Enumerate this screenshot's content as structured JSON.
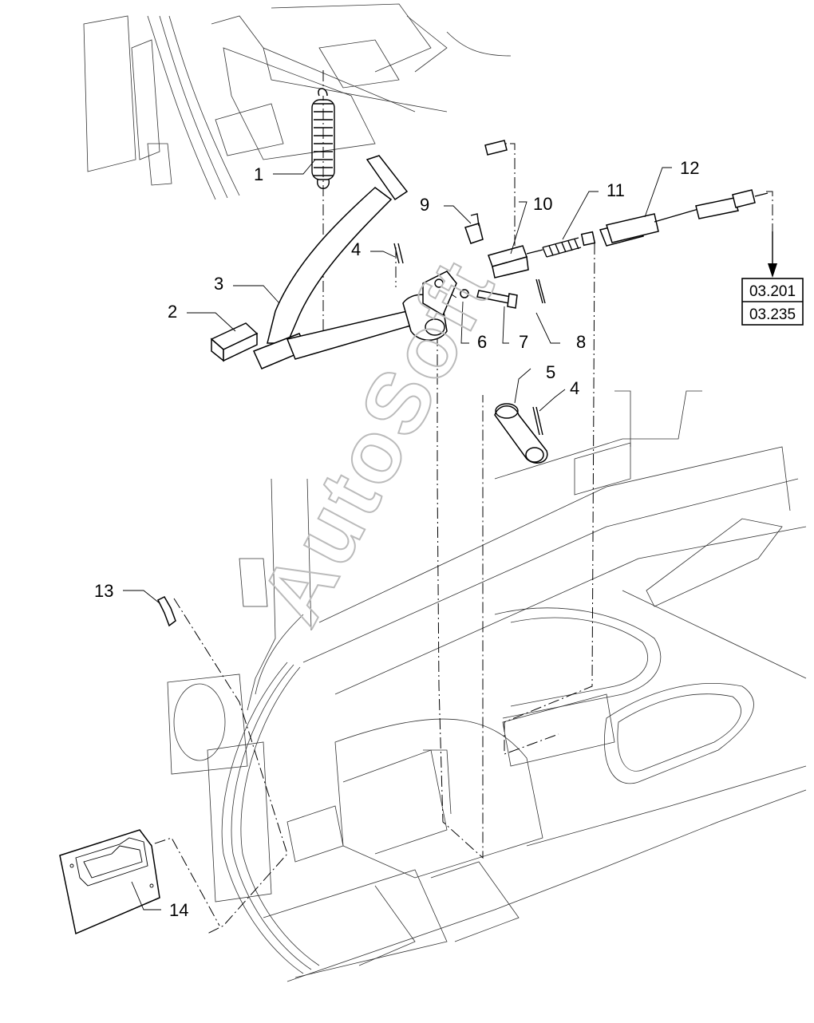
{
  "callouts": [
    {
      "id": "c1",
      "label": "1"
    },
    {
      "id": "c2",
      "label": "2"
    },
    {
      "id": "c3",
      "label": "3"
    },
    {
      "id": "c4a",
      "label": "4"
    },
    {
      "id": "c4b",
      "label": "4"
    },
    {
      "id": "c5",
      "label": "5"
    },
    {
      "id": "c6",
      "label": "6"
    },
    {
      "id": "c7",
      "label": "7"
    },
    {
      "id": "c8",
      "label": "8"
    },
    {
      "id": "c9",
      "label": "9"
    },
    {
      "id": "c10",
      "label": "10"
    },
    {
      "id": "c11",
      "label": "11"
    },
    {
      "id": "c12",
      "label": "12"
    },
    {
      "id": "c13",
      "label": "13"
    },
    {
      "id": "c14",
      "label": "14"
    }
  ],
  "references": [
    "03.201",
    "03.235"
  ],
  "watermark": "AutoSoft",
  "colors": {
    "ink": "#000000",
    "background": "#ffffff",
    "watermark": "#bbbbbb"
  }
}
